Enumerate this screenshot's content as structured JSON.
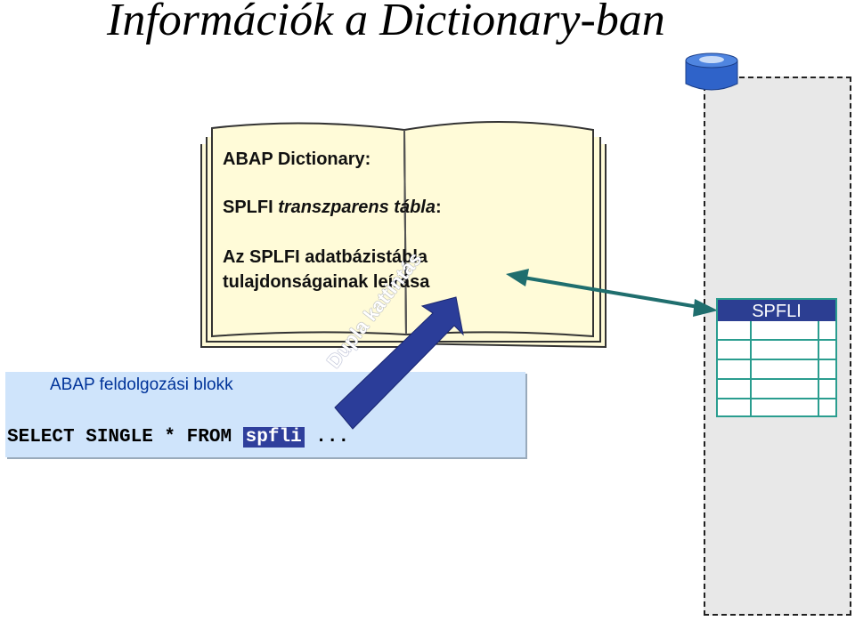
{
  "title": "Információk a Dictionary-ban",
  "book": {
    "line1": "ABAP Dictionary:",
    "line2_prefix": "SPLFI ",
    "line2_italic": "transzparens tábla",
    "line2_suffix": ":",
    "line3": "Az SPLFI adatbázistábla",
    "line4": "tulajdonságainak leírása"
  },
  "abap_block": {
    "title": "ABAP feldolgozási blokk",
    "code_prefix": "SELECT SINGLE * FROM ",
    "code_highlight": "spfli",
    "code_suffix": " ..."
  },
  "arrow_label": "Dupla kattintás",
  "table": {
    "name": "SPFLI"
  },
  "colors": {
    "arrow": "#1f6e6e",
    "arrow_label_bg": "#2b3d99",
    "book_page": "#fffbd8",
    "abap_bg": "#cfe4fb",
    "db_icon": "#2f63c9"
  }
}
